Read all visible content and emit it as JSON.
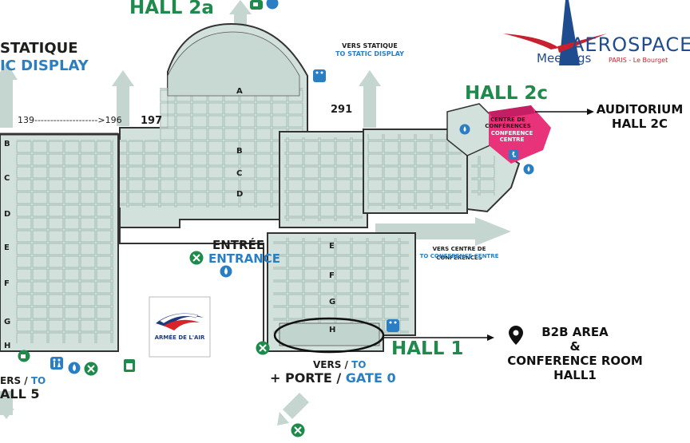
{
  "halls": {
    "hall_2a": "HALL 2a",
    "hall_2c": "HALL 2c",
    "hall_1": "HALL 1"
  },
  "static_display": {
    "left_line1": "STATIQUE",
    "left_line2": "IC DISPLAY",
    "center_line1": "VERS STATIQUE",
    "center_line2": "TO STATIC DISPLAY"
  },
  "hall5": {
    "line1_fr": "ERS /",
    "line1_en": "TO",
    "line2": "ALL 5"
  },
  "entrance": {
    "fr": "ENTRÉE",
    "en": "ENTRANCE"
  },
  "gate": {
    "line1_fr": "VERS /",
    "line1_en": "TO",
    "line2_fr": "+ PORTE /",
    "line2_en": "GATE 0"
  },
  "conference_direction": {
    "fr": "VERS CENTRE DE CONFÉRENCES",
    "en": "TO CONFERENCE CENTRE"
  },
  "conference_centre": {
    "l1": "CENTRE DE",
    "l2": "CONFÉRENCES",
    "l3": "CONFERENCE",
    "l4": "CENTRE"
  },
  "numbers": {
    "range": "139-------------------->196",
    "n197": "197",
    "n291": "291"
  },
  "rows_left": [
    "B",
    "C",
    "D",
    "E",
    "F",
    "G",
    "H"
  ],
  "rows_hall2a": [
    "A",
    "B",
    "C",
    "D"
  ],
  "rows_hall1": [
    "E",
    "F",
    "G",
    "H"
  ],
  "callouts": {
    "auditorium_l1": "AUDITORIUM",
    "auditorium_l2": "HALL 2C",
    "b2b_l1": "B2B AREA",
    "b2b_l2": "&",
    "b2b_l3": "CONFERENCE ROOM",
    "b2b_l4": "HALL1"
  },
  "armee_logo_text": "ARMÉE DE L'AIR",
  "brand": {
    "name_a": "A",
    "name_rest": "EROSPACE",
    "subtitle": "Meetings",
    "location": "PARIS - Le Bourget"
  },
  "colors": {
    "floor": "#d2e1dc",
    "floor_dark": "#b9cdc7",
    "hall_green": "#1e8a4c",
    "arrow": "#c5d6d0",
    "accent_blue": "#2a7fc4",
    "conference_pink": "#e8337a"
  }
}
